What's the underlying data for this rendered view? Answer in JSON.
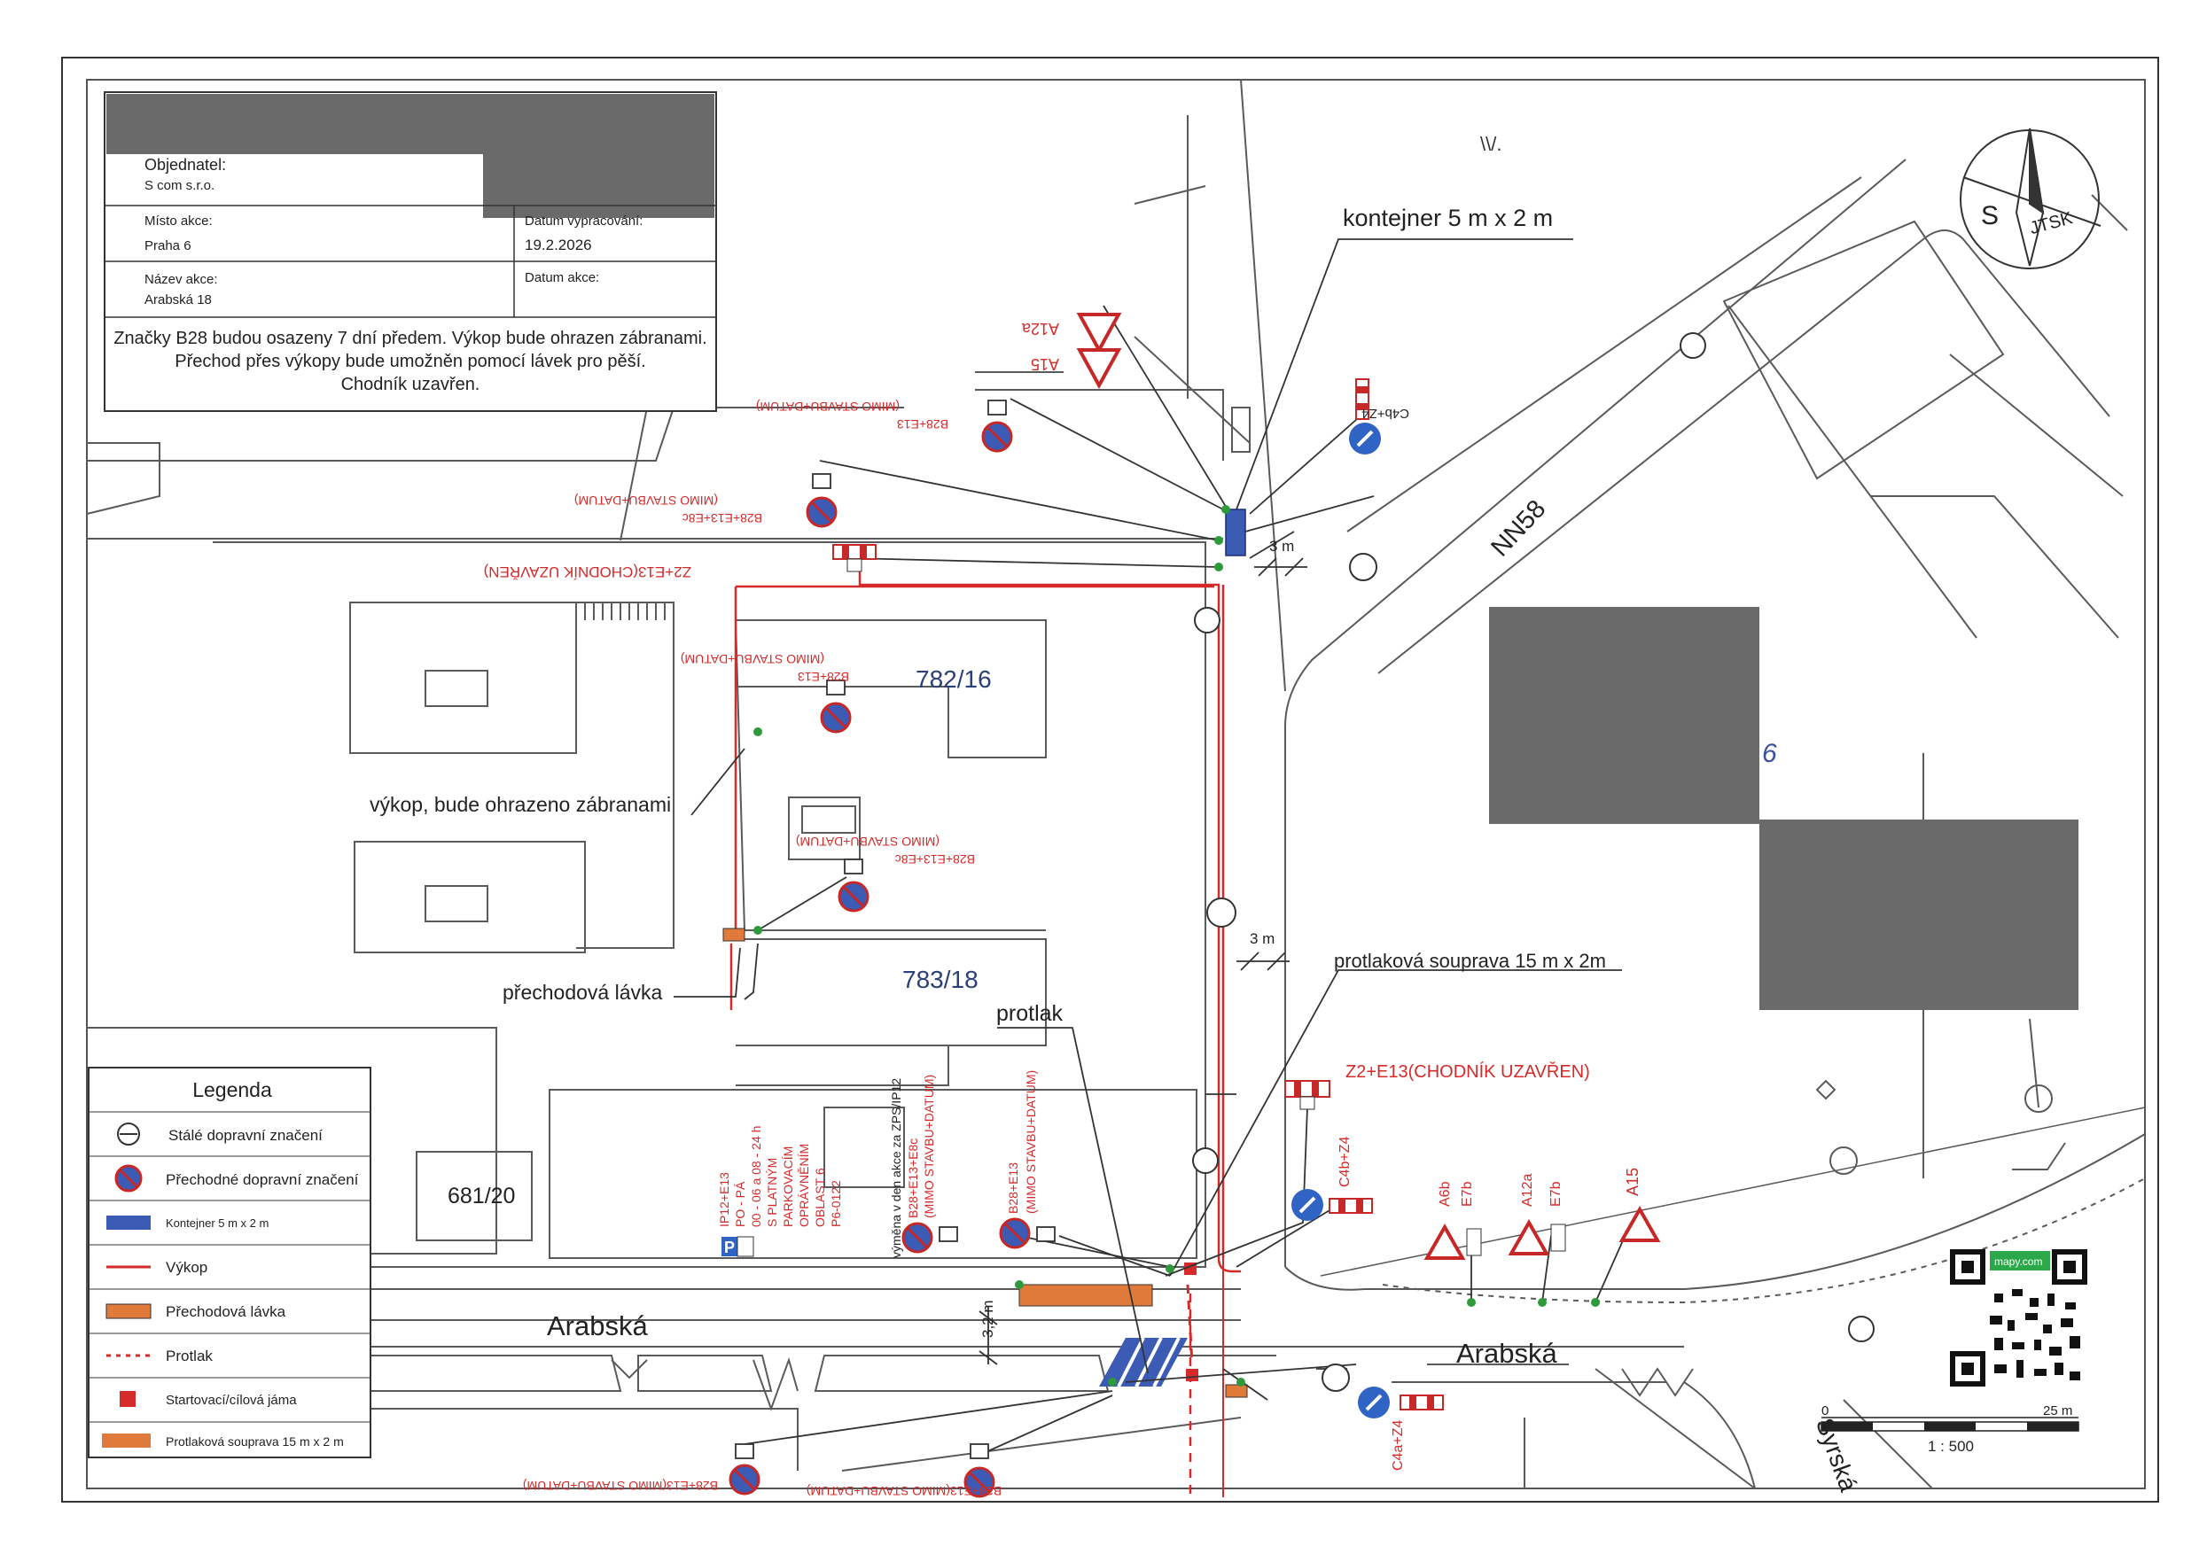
{
  "header": {
    "client_label": "Objednatel:",
    "client_value": "S com s.r.o.",
    "place_label": "Místo akce:",
    "place_value": "Praha 6",
    "date_prepared_label": "Datum vypracování:",
    "date_prepared_value": "19.2.2026",
    "event_name_label": "Název akce:",
    "event_name_value": "Arabská 18",
    "event_date_label": "Datum akce:",
    "event_date_value": "",
    "note_line1": "Značky B28 budou osazeny 7 dní předem. Výkop bude ohrazen zábranami.",
    "note_line2": "Přechod přes výkopy bude umožněn pomocí lávek pro pěší.",
    "note_line3": "Chodník uzavřen."
  },
  "legend": {
    "title": "Legenda",
    "items": [
      "Stálé dopravní značení",
      "Přechodné dopravní značení",
      "Kontejner 5 m x 2 m",
      "Výkop",
      "Přechodová lávka",
      "Protlak",
      "Startovací/cílová jáma",
      "Protlaková souprava 15 m x 2 m"
    ]
  },
  "map_labels": {
    "container": "kontejner 5 m x 2 m",
    "excavation": "výkop, bude ohrazeno zábranami",
    "crossing": "přechodová lávka",
    "push_set": "protlaková souprava 15 m x 2m",
    "push": "protlak",
    "street_main_left": "Arabská",
    "street_main_right": "Arabská",
    "street_side": "Syrská",
    "cable": "NN58",
    "parcel_1": "782/16",
    "parcel_2": "783/18",
    "parcel_3": "681/20",
    "dim_3m_a": "3 m",
    "dim_3m_b": "3 m",
    "dim_32m": "3,2 m",
    "north_s": "S",
    "north_jtsk": "JTSK",
    "scale_text": "1 : 500",
    "scale_zero": "0",
    "scale_max": "25 m",
    "qr_brand": "mapy.com"
  },
  "sign_labels": {
    "a12a_top": "A12a",
    "a15_top": "A15",
    "b28_top": "B28+E13",
    "b28_top_sub": "(MIMO STAVBU+DATUM)",
    "c4b_top": "C4b+Z4",
    "b28_e8c_top": "B28+E13+E8c",
    "b28_e8c_top_sub": "(MIMO STAVBU+DATUM)",
    "z2_top": "Z2+E13(CHODNÍK UZAVŘEN)",
    "b28_mid": "B28+E13",
    "b28_mid_sub": "(MIMO STAVBU+DATUM)",
    "b28_e8c_mid": "B28+E13+E8c",
    "b28_e8c_mid_sub": "(MIMO STAVBU+DATUM)",
    "z2_right": "Z2+E13(CHODNÍK UZAVŘEN)",
    "c4b_right": "C4b+Z4",
    "a6b_e7b": "A6b",
    "e7b_1": "E7b",
    "a12a_right": "A12a",
    "e7b_2": "E7b",
    "a15_right": "A15",
    "c4a_z4": "C4a+Z4",
    "ip12_lines": [
      "IP12+E13",
      "PO - PÁ",
      "00 - 06 a 08 - 24 h",
      "S PLATNÝM",
      "PARKOVACÍM",
      "OPRÁVNĚNÍM",
      "OBLAST 6",
      "P6-0122"
    ],
    "vymena": [
      "výměna v den akce za ZPS/IP12",
      "B28+E13+E8c",
      "(MIMO STAVBU+DATUM)"
    ],
    "b28_bottom_mid": [
      "B28+E13",
      "(MIMO STAVBU+DATUM)"
    ],
    "b28_bottom_left": "B28+E13(MIMO STAVBU+DATUM)",
    "b28_bottom_right": "B28+E13(MIMO STAVBU+DATUM)"
  },
  "colors": {
    "red": "#d42a2a",
    "blue": "#3b5bb5",
    "orange": "#e07a3a",
    "green": "#2e9a3c",
    "line": "#5a5a5a"
  }
}
